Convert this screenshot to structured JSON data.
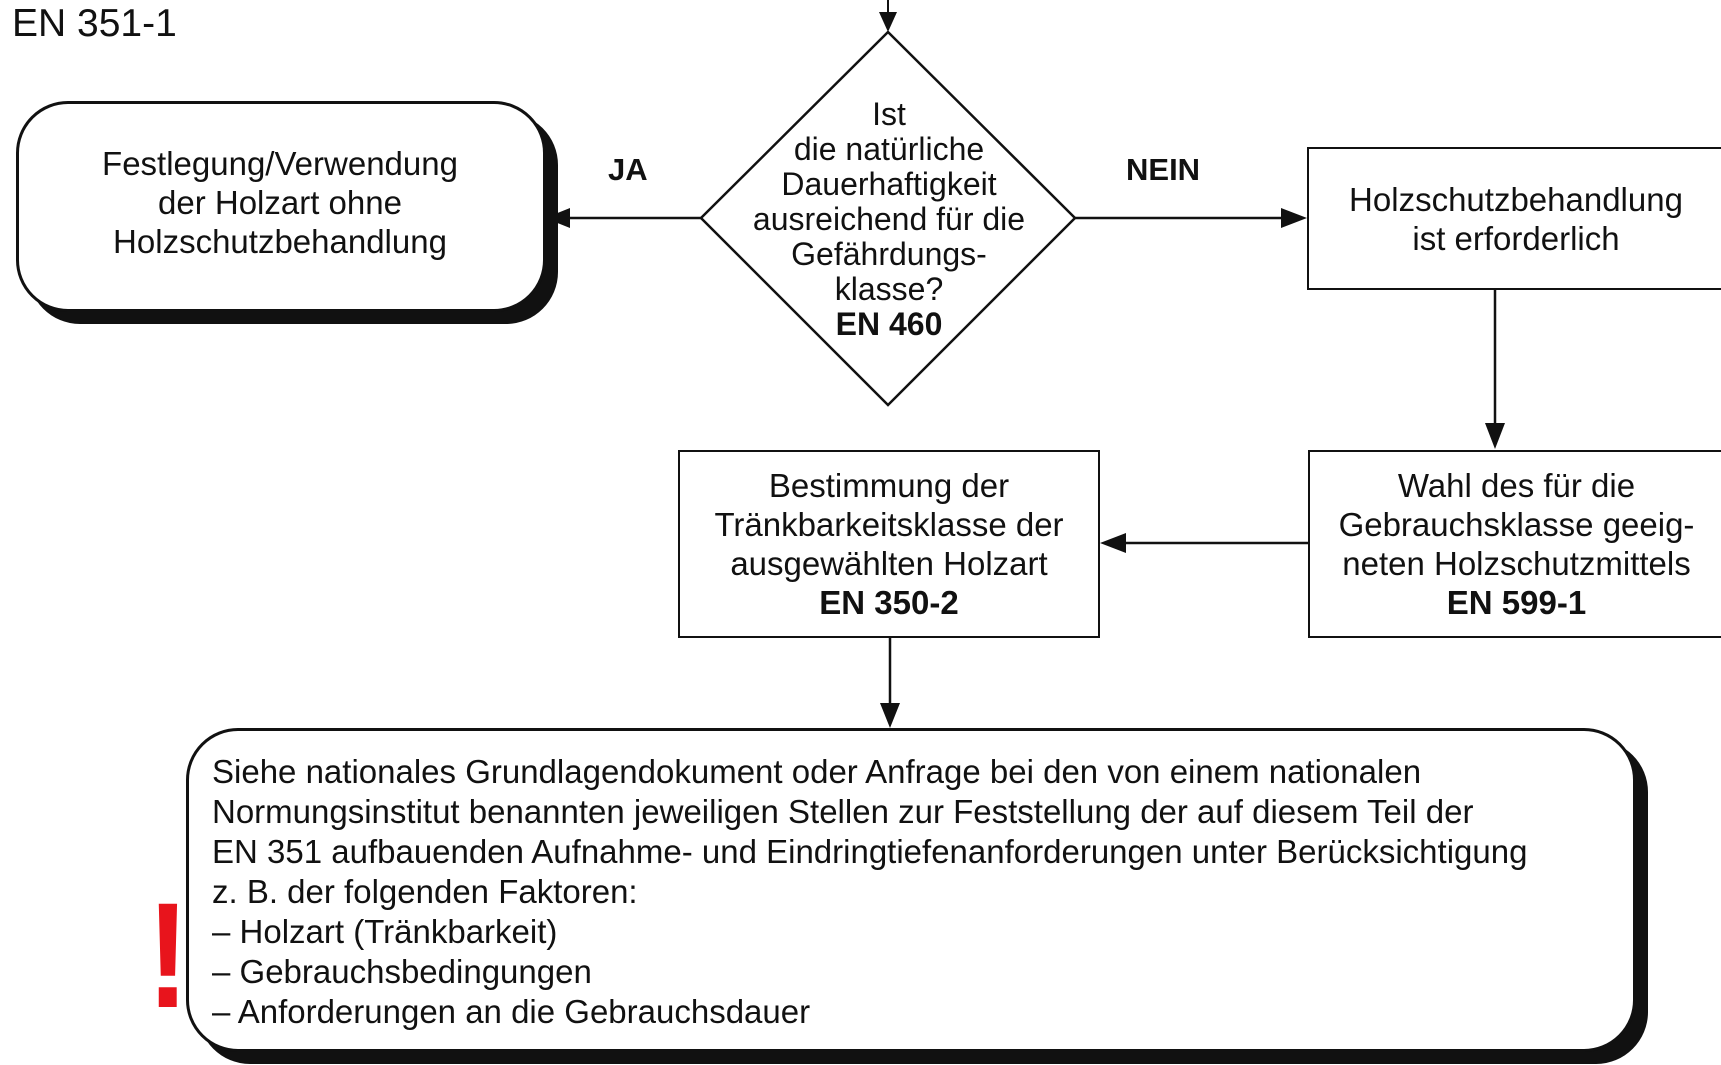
{
  "header": {
    "standard": "EN 351-1"
  },
  "diagram": {
    "left_box": {
      "lines": [
        "Festlegung/Verwendung",
        "der Holzart ohne",
        "Holzschutzbehandlung"
      ]
    },
    "decision": {
      "lines": [
        "Ist",
        "die natürliche",
        "Dauerhaftigkeit",
        "ausreichend für die",
        "Gefährdungs-",
        "klasse?"
      ],
      "ref": "EN 460"
    },
    "edge_yes": "JA",
    "edge_no": "NEIN",
    "treatment_box": {
      "lines": [
        "Holzschutzbehandlung",
        "ist erforderlich"
      ]
    },
    "preservative_box": {
      "lines": [
        "Wahl des für die",
        "Gebrauchsklasse geeig-",
        "neten Holzschutzmittels"
      ],
      "ref": "EN 599-1"
    },
    "treatability_box": {
      "lines": [
        "Bestimmung der",
        "Tränkbarkeitsklasse der",
        "ausgewählten Holzart"
      ],
      "ref": "EN 350-2"
    },
    "final_box": {
      "lines": [
        "Siehe nationales Grundlagendokument oder Anfrage bei den von einem nationalen",
        "Normungsinstitut benannten jeweiligen Stellen zur Feststellung der auf diesem Teil der",
        "EN 351 aufbauenden Aufnahme- und Eindringtiefenanforderungen unter Berücksichtigung",
        "z. B. der folgenden Faktoren:",
        "– Holzart (Tränkbarkeit)",
        "– Gebrauchsbedingungen",
        "– Anforderungen an die Gebrauchsdauer"
      ]
    },
    "warning_mark": "!",
    "colors": {
      "line": "#111111",
      "warning": "#e8141c"
    }
  }
}
